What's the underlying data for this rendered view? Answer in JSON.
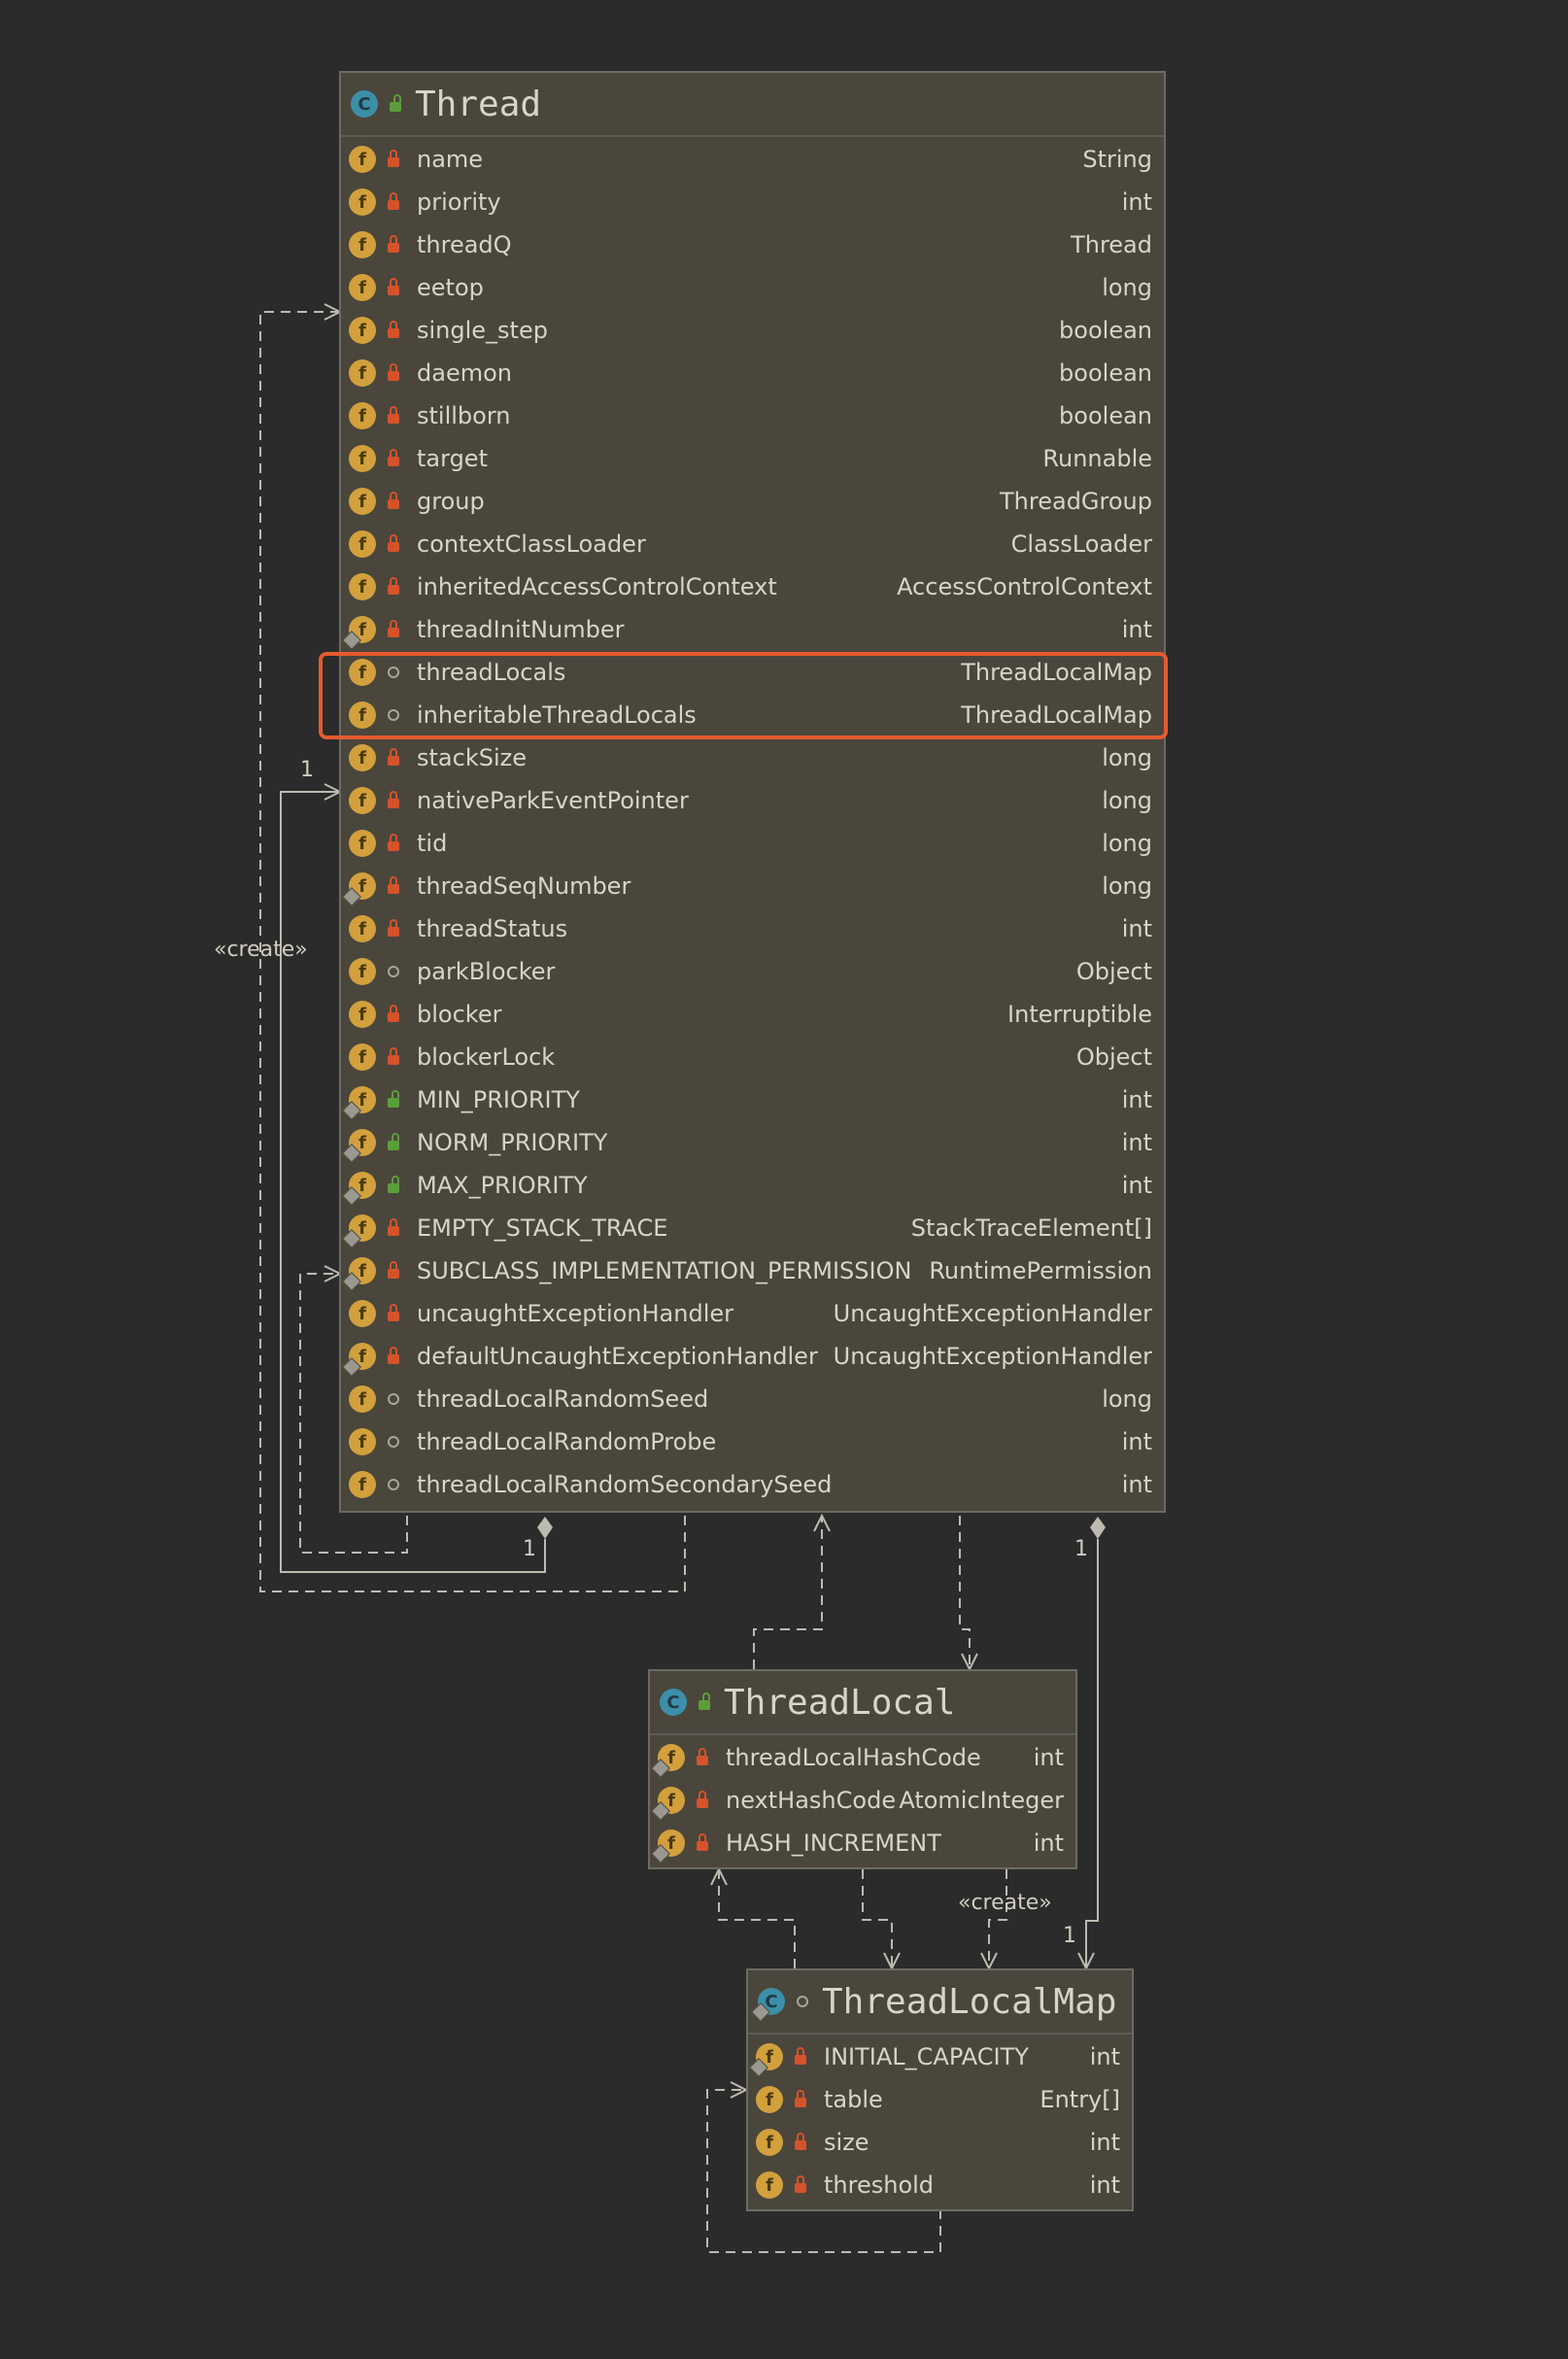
{
  "classes": {
    "thread": {
      "kind_badge": "C",
      "name": "Thread",
      "fields": [
        {
          "name": "name",
          "type": "String",
          "vis": "private",
          "static": false
        },
        {
          "name": "priority",
          "type": "int",
          "vis": "private",
          "static": false
        },
        {
          "name": "threadQ",
          "type": "Thread",
          "vis": "private",
          "static": false
        },
        {
          "name": "eetop",
          "type": "long",
          "vis": "private",
          "static": false
        },
        {
          "name": "single_step",
          "type": "boolean",
          "vis": "private",
          "static": false
        },
        {
          "name": "daemon",
          "type": "boolean",
          "vis": "private",
          "static": false
        },
        {
          "name": "stillborn",
          "type": "boolean",
          "vis": "private",
          "static": false
        },
        {
          "name": "target",
          "type": "Runnable",
          "vis": "private",
          "static": false
        },
        {
          "name": "group",
          "type": "ThreadGroup",
          "vis": "private",
          "static": false
        },
        {
          "name": "contextClassLoader",
          "type": "ClassLoader",
          "vis": "private",
          "static": false
        },
        {
          "name": "inheritedAccessControlContext",
          "type": "AccessControlContext",
          "vis": "private",
          "static": false
        },
        {
          "name": "threadInitNumber",
          "type": "int",
          "vis": "private",
          "static": true
        },
        {
          "name": "threadLocals",
          "type": "ThreadLocalMap",
          "vis": "package",
          "static": false
        },
        {
          "name": "inheritableThreadLocals",
          "type": "ThreadLocalMap",
          "vis": "package",
          "static": false
        },
        {
          "name": "stackSize",
          "type": "long",
          "vis": "private",
          "static": false
        },
        {
          "name": "nativeParkEventPointer",
          "type": "long",
          "vis": "private",
          "static": false
        },
        {
          "name": "tid",
          "type": "long",
          "vis": "private",
          "static": false
        },
        {
          "name": "threadSeqNumber",
          "type": "long",
          "vis": "private",
          "static": true
        },
        {
          "name": "threadStatus",
          "type": "int",
          "vis": "private",
          "static": false
        },
        {
          "name": "parkBlocker",
          "type": "Object",
          "vis": "package",
          "static": false
        },
        {
          "name": "blocker",
          "type": "Interruptible",
          "vis": "private",
          "static": false
        },
        {
          "name": "blockerLock",
          "type": "Object",
          "vis": "private",
          "static": false
        },
        {
          "name": "MIN_PRIORITY",
          "type": "int",
          "vis": "public",
          "static": true
        },
        {
          "name": "NORM_PRIORITY",
          "type": "int",
          "vis": "public",
          "static": true
        },
        {
          "name": "MAX_PRIORITY",
          "type": "int",
          "vis": "public",
          "static": true
        },
        {
          "name": "EMPTY_STACK_TRACE",
          "type": "StackTraceElement[]",
          "vis": "private",
          "static": true
        },
        {
          "name": "SUBCLASS_IMPLEMENTATION_PERMISSION",
          "type": "RuntimePermission",
          "vis": "private",
          "static": true
        },
        {
          "name": "uncaughtExceptionHandler",
          "type": "UncaughtExceptionHandler",
          "vis": "private",
          "static": false
        },
        {
          "name": "defaultUncaughtExceptionHandler",
          "type": "UncaughtExceptionHandler",
          "vis": "private",
          "static": true
        },
        {
          "name": "threadLocalRandomSeed",
          "type": "long",
          "vis": "package",
          "static": false
        },
        {
          "name": "threadLocalRandomProbe",
          "type": "int",
          "vis": "package",
          "static": false
        },
        {
          "name": "threadLocalRandomSecondarySeed",
          "type": "int",
          "vis": "package",
          "static": false
        }
      ]
    },
    "threadLocal": {
      "kind_badge": "C",
      "name": "ThreadLocal",
      "fields": [
        {
          "name": "threadLocalHashCode",
          "type": "int",
          "vis": "private",
          "static": true
        },
        {
          "name": "nextHashCode",
          "type": "AtomicInteger",
          "vis": "private",
          "static": true
        },
        {
          "name": "HASH_INCREMENT",
          "type": "int",
          "vis": "private",
          "static": true
        }
      ]
    },
    "threadLocalMap": {
      "kind_badge": "C",
      "name": "ThreadLocalMap",
      "fields": [
        {
          "name": "INITIAL_CAPACITY",
          "type": "int",
          "vis": "private",
          "static": true
        },
        {
          "name": "table",
          "type": "Entry[]",
          "vis": "private",
          "static": false
        },
        {
          "name": "size",
          "type": "int",
          "vis": "private",
          "static": false
        },
        {
          "name": "threshold",
          "type": "int",
          "vis": "private",
          "static": false
        }
      ]
    }
  },
  "labels": {
    "create_left": "«create»",
    "create_bottom": "«create»",
    "mult_left_top": "1",
    "mult_thread_bottom": "1",
    "mult_thread_right": "1",
    "mult_map": "1"
  },
  "colors": {
    "highlight": "#e55a2e",
    "field_badge": "#d2a03c",
    "class_badge": "#3c8fa8",
    "private_lock": "#d4532a",
    "public_lock": "#5a9e3a"
  }
}
